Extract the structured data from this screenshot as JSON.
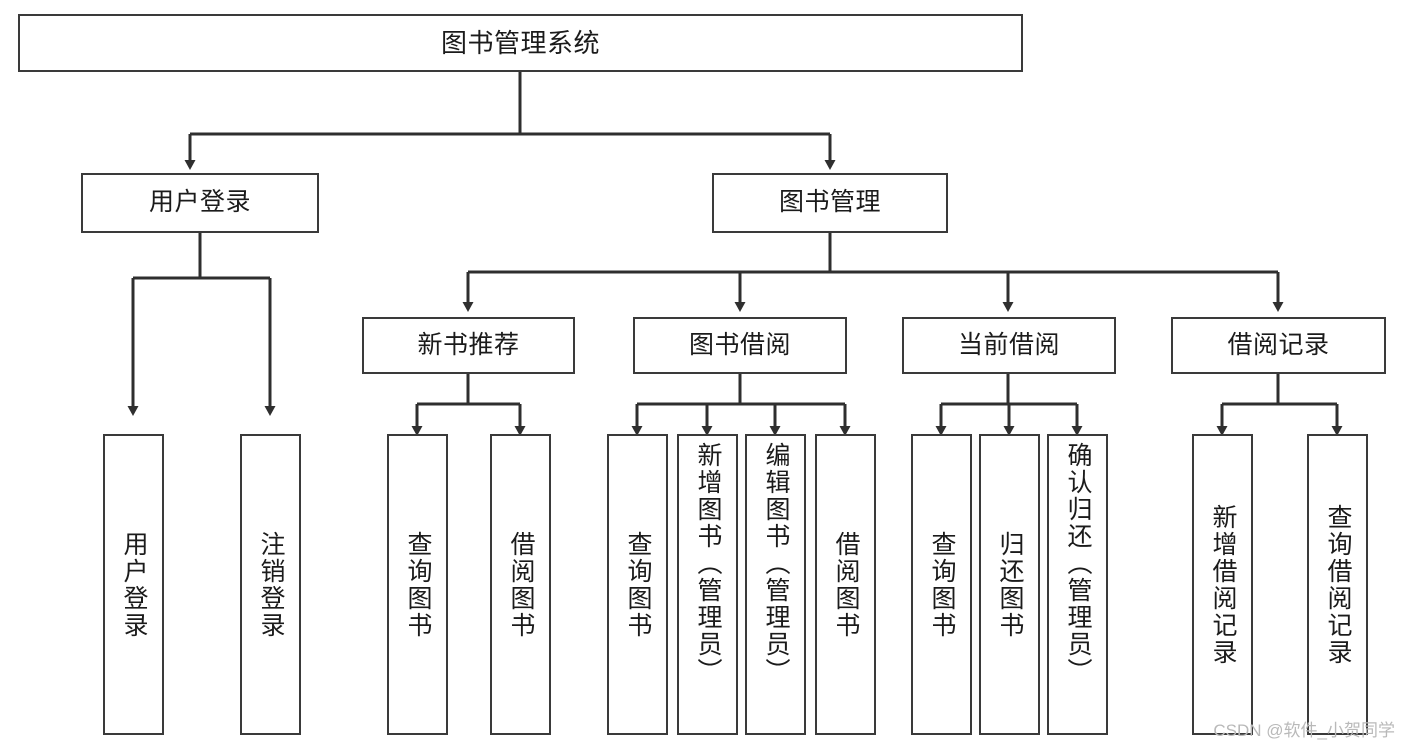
{
  "diagram": {
    "type": "tree-hierarchy",
    "title": "图书管理系统",
    "orientation": "top-down",
    "colors": {
      "box_border": "#3a3a3a",
      "box_fill": "#ffffff",
      "edge": "#2f2f2f",
      "text": "#1b1b1b",
      "watermark": "#b9b9b9",
      "background": "#ffffff"
    },
    "watermark": "CSDN @软件_小贺同学",
    "nodes": {
      "root": {
        "label": "图书管理系统"
      },
      "level2": [
        {
          "id": "user-login",
          "label": "用户登录"
        },
        {
          "id": "book-manage",
          "label": "图书管理"
        }
      ],
      "level3": [
        {
          "id": "new-book-recommend",
          "label": "新书推荐"
        },
        {
          "id": "book-borrow",
          "label": "图书借阅"
        },
        {
          "id": "current-borrow",
          "label": "当前借阅"
        },
        {
          "id": "borrow-record",
          "label": "借阅记录"
        }
      ],
      "leaves": {
        "user-login": [
          {
            "id": "leaf-user-login",
            "label": "用户登录"
          },
          {
            "id": "leaf-logout-login",
            "label": "注销登录"
          }
        ],
        "new-book-recommend": [
          {
            "id": "leaf-query-book-1",
            "label": "查询图书"
          },
          {
            "id": "leaf-borrow-book-1",
            "label": "借阅图书"
          }
        ],
        "book-borrow": [
          {
            "id": "leaf-query-book-2",
            "label": "查询图书"
          },
          {
            "id": "leaf-add-book",
            "label": "新增图书（管理员）"
          },
          {
            "id": "leaf-edit-book",
            "label": "编辑图书（管理员）"
          },
          {
            "id": "leaf-borrow-book-2",
            "label": "借阅图书"
          }
        ],
        "current-borrow": [
          {
            "id": "leaf-query-book-3",
            "label": "查询图书"
          },
          {
            "id": "leaf-return-book",
            "label": "归还图书"
          },
          {
            "id": "leaf-confirm-return",
            "label": "确认归还（管理员）"
          }
        ],
        "borrow-record": [
          {
            "id": "leaf-add-record",
            "label": "新增借阅记录"
          },
          {
            "id": "leaf-query-record",
            "label": "查询借阅记录"
          }
        ]
      }
    }
  }
}
